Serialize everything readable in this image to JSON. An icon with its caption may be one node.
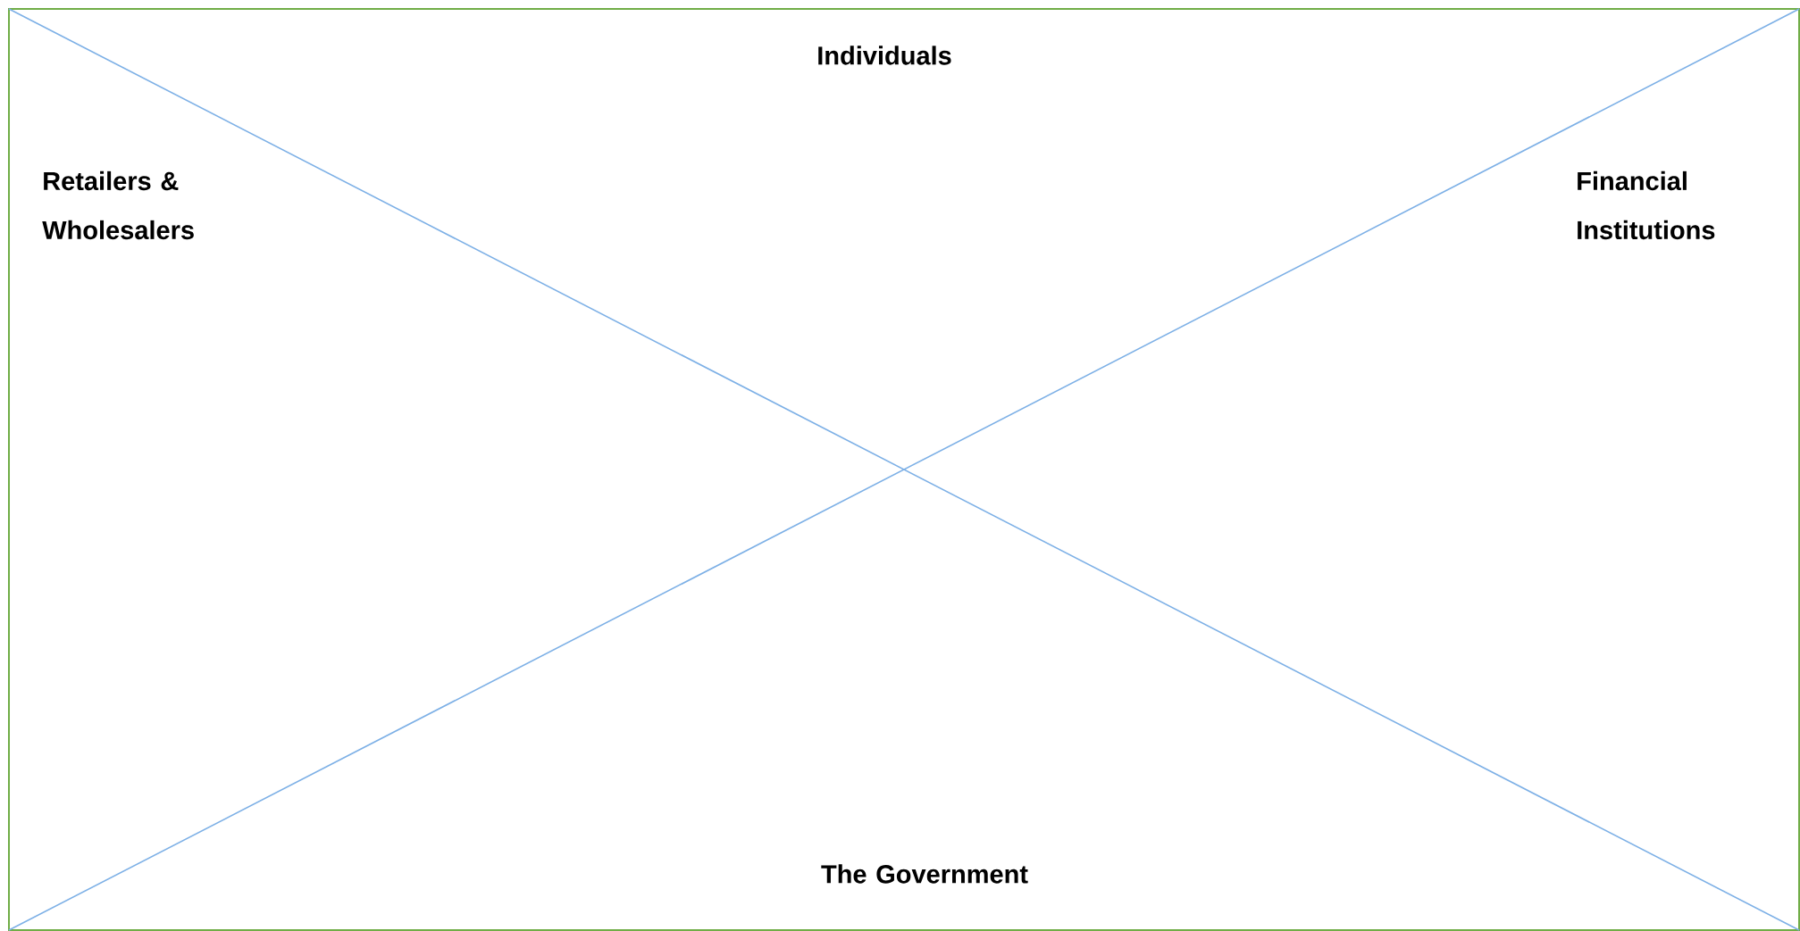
{
  "diagram": {
    "labels": [
      "Individuals",
      "Retailers & Wholesalers",
      "Financial Institutions",
      "The Government"
    ]
  }
}
